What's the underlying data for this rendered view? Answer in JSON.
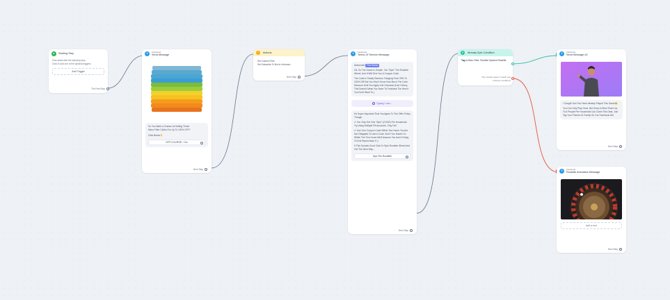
{
  "colors": {
    "canvas": "#eef1f5",
    "wire": "#64748b",
    "wire_green": "#2bbfa5",
    "wire_red": "#e0553b",
    "messenger_blue": "#2b9bea",
    "starting_green": "#2db552",
    "actions_orange": "#f6a623",
    "actions_head": "#fdf2c9",
    "condition_head": "#c7f4ec",
    "condition_teal": "#25c0a6"
  },
  "starting_step": {
    "title": "Starting Step",
    "icon": "play-icon",
    "line1": "Flow starts with the following step.",
    "line2": "Click to add one of the optional triggers.",
    "add_trigger": "Add Trigger",
    "next": "The First Step"
  },
  "send_message": {
    "platform": "Facebook",
    "title": "Send Message",
    "image_icon": "towel-stack-image",
    "text_line1": "So You Want a Chance at Getting These",
    "text_line2": "Micro Fiber Cloths For Up To 100% OFF?",
    "text_line3": "Click Below👇",
    "button": "OFFCOURSE I Do",
    "next": "Next Step"
  },
  "actions": {
    "title": "Actions",
    "item1": "Set Custom Field",
    "item2": "Set Subscribe To Bot to Unknown",
    "next": "Next Step"
  },
  "terms": {
    "platform": "Facebook",
    "title": "Terms Of Service Message",
    "p1_prefix": "Awesome!",
    "p1_tag": "First Name",
    "p2": "Ok, So The Game Is Simple. You \"Spin\" The Roulette Wheel, And It Will Give You A Coupon Code.",
    "p3": "The Code Is Totally Random. Ranging From 25% To 100% Off! But You Won't Know How Much The Code Discount Until You Apply It At Checkout (Don't Worry, This Doesn't Mean You Have To Purchase The Item If You Don't Want To.)",
    "typing": "Typing 1 sec...",
    "q1": "It's Super Important That You Agree To The Offer Policy Though.",
    "q2": "✔ You Only Get One \"Spin\" (CODE) Per Household. Try Using Multiple FB Accounts...Ray Fail",
    "q3": "✔ Use Your Coupon Code Within Two Hours You Are Not Obligated To Use A Code. But If You Haven't In Within The Two Hours We'll Assume You Aren't Going To End Repurchase It :)",
    "q4": "If This Sounds Good Click To Spin Roulette Wheel And Get The Next Step...",
    "button": "Spin The Roulette!",
    "next": "Next Step"
  },
  "condition": {
    "title": "Already Spin Condition",
    "rule_prefix": "Tag",
    "rule_rest": "is Micro Fiber: Roulette Spinned Roulette",
    "fallback_line1": "The contact doesn't match any",
    "fallback_line2": "of these conditions"
  },
  "already_played": {
    "platform": "Facebook",
    "title": "Send Message #2",
    "image_icon": "man-pointing-image",
    "p1": "I Caught You! You Have Already Played This Game😉",
    "p2": "You Can Only Play Once. But Keep In Mind That's Up To 6 People Per Household Can Claim This Deal. Just Tag Your Friends Or Family On Our Facebook AD!",
    "next": "Next Step"
  },
  "roulette": {
    "platform": "Facebook",
    "title": "Roulette Animation Message",
    "image_icon": "roulette-wheel-image",
    "add_text": "Add a text",
    "next": "Next Step"
  }
}
